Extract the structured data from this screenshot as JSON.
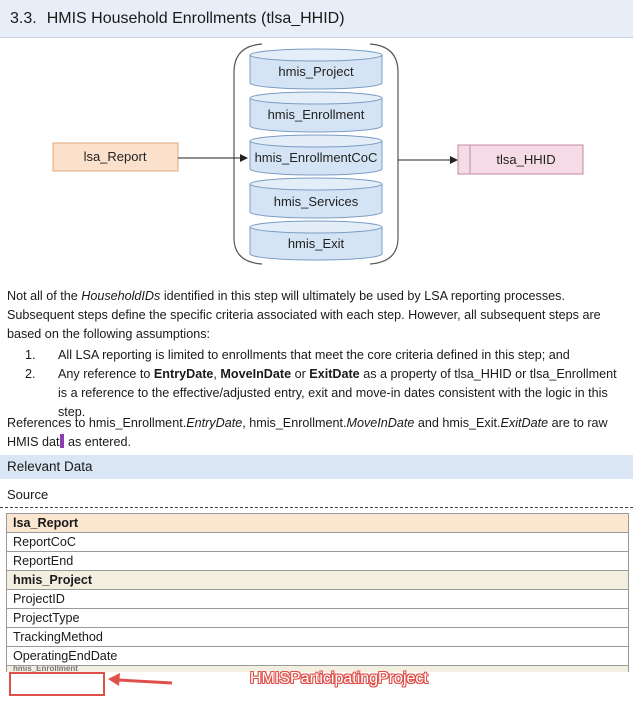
{
  "section": {
    "number": "3.3.",
    "title": "HMIS Household Enrollments (tlsa_HHID)"
  },
  "diagram": {
    "source_box": "lsa_Report",
    "target_box": "tlsa_HHID",
    "tables": [
      "hmis_Project",
      "hmis_Enrollment",
      "hmis_EnrollmentCoC",
      "hmis_Services",
      "hmis_Exit"
    ],
    "colors": {
      "source_fill": "#fbe1cc",
      "source_stroke": "#e0a77a",
      "target_fill": "#f5dbe5",
      "target_stroke": "#c58aa3",
      "cylinder_fill": "#d4e4f4",
      "cylinder_stroke": "#7b9cc4"
    }
  },
  "paragraph1": {
    "pre": "Not all of the ",
    "italic": "HouseholdIDs",
    "post": " identified in this step will ultimately be used by LSA reporting processes. Subsequent steps define the specific criteria associated with each step. However, all subsequent steps are based on the following assumptions:"
  },
  "list": {
    "item1_num": "1.",
    "item1_text": "All LSA reporting is limited to enrollments that meet the core criteria defined in this step; and",
    "item2_num": "2.",
    "item2_pre": "Any reference to ",
    "item2_b1": "EntryDate",
    "item2_sep1": ", ",
    "item2_b2": "MoveInDate",
    "item2_sep2": " or ",
    "item2_b3": "ExitDate",
    "item2_post": " as a property of tlsa_HHID or tlsa_Enrollment is a reference to the effective/adjusted entry, exit and move-in dates consistent with the logic in this step."
  },
  "paragraph2": {
    "s1": "References to hmis_Enrollment.",
    "i1": "EntryDate",
    "s2": ", hmis_Enrollment.",
    "i2": "MoveInDate",
    "s3": " and hmis_Exit.",
    "i3": "ExitDate",
    "s4": " are to raw HMIS dat",
    "s5": " as entered."
  },
  "relevant_data": {
    "heading": "Relevant Data",
    "source_label": "Source"
  },
  "table": {
    "rows": [
      {
        "text": "lsa_Report",
        "kind": "header"
      },
      {
        "text": "ReportCoC",
        "kind": "field"
      },
      {
        "text": "ReportEnd",
        "kind": "field"
      },
      {
        "text": "hmis_Project",
        "kind": "header2"
      },
      {
        "text": "ProjectID",
        "kind": "field"
      },
      {
        "text": "ProjectType",
        "kind": "field"
      },
      {
        "text": "TrackingMethod",
        "kind": "field"
      },
      {
        "text": "OperatingEndDate",
        "kind": "field"
      }
    ],
    "partial_row": "hmis_Enrollment"
  },
  "annotation": {
    "text": "HMISParticipatingProject",
    "color": "#e0504a"
  }
}
